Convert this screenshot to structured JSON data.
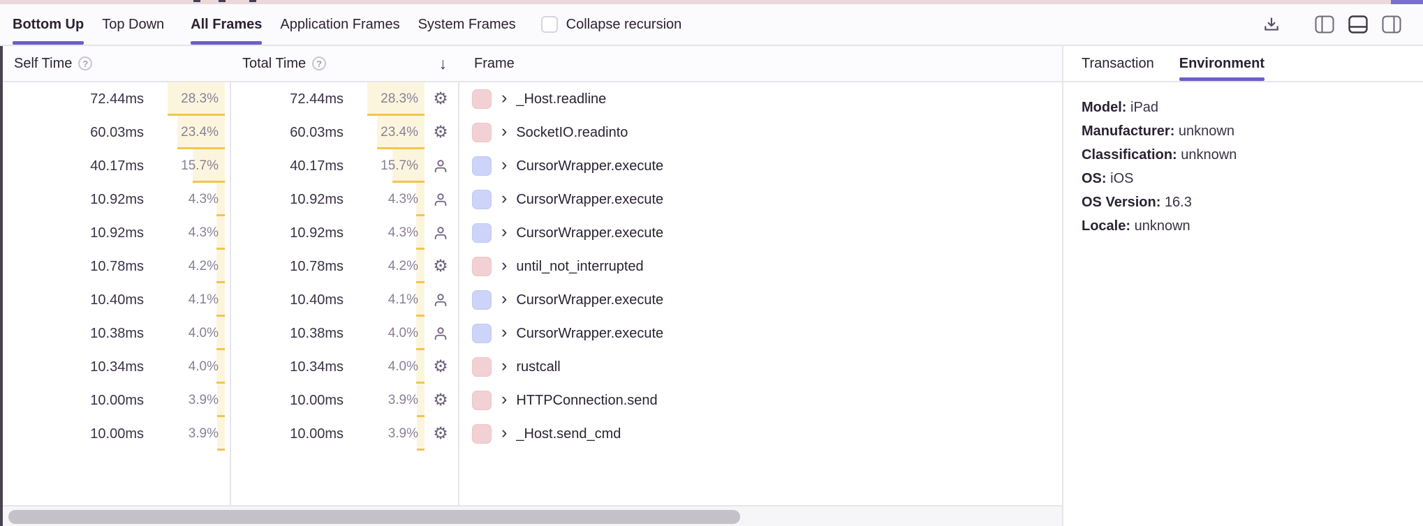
{
  "tabbar": {
    "view_tabs": [
      {
        "label": "Bottom Up",
        "active": true
      },
      {
        "label": "Top Down",
        "active": false
      }
    ],
    "frame_tabs": [
      {
        "label": "All Frames",
        "active": true
      },
      {
        "label": "Application Frames",
        "active": false
      },
      {
        "label": "System Frames",
        "active": false
      }
    ],
    "collapse_recursion_label": "Collapse recursion",
    "collapse_recursion_checked": false,
    "icons": [
      "download-icon",
      "layout-left-icon",
      "layout-bottom-icon",
      "layout-right-icon"
    ],
    "active_layout": "layout-bottom-icon"
  },
  "table": {
    "columns": {
      "self_time": "Self Time",
      "total_time": "Total Time",
      "frame": "Frame"
    },
    "sort_column": "Total Time",
    "sort_icon": "↓",
    "help_icon": "?",
    "chevron_icon": "›",
    "rows": [
      {
        "self_time": "72.44ms",
        "self_pct": "28.3%",
        "total_time": "72.44ms",
        "total_pct": "28.3%",
        "frame": "_Host.readline",
        "type": "system"
      },
      {
        "self_time": "60.03ms",
        "self_pct": "23.4%",
        "total_time": "60.03ms",
        "total_pct": "23.4%",
        "frame": "SocketIO.readinto",
        "type": "system"
      },
      {
        "self_time": "40.17ms",
        "self_pct": "15.7%",
        "total_time": "40.17ms",
        "total_pct": "15.7%",
        "frame": "CursorWrapper.execute",
        "type": "application"
      },
      {
        "self_time": "10.92ms",
        "self_pct": "4.3%",
        "total_time": "10.92ms",
        "total_pct": "4.3%",
        "frame": "CursorWrapper.execute",
        "type": "application"
      },
      {
        "self_time": "10.92ms",
        "self_pct": "4.3%",
        "total_time": "10.92ms",
        "total_pct": "4.3%",
        "frame": "CursorWrapper.execute",
        "type": "application"
      },
      {
        "self_time": "10.78ms",
        "self_pct": "4.2%",
        "total_time": "10.78ms",
        "total_pct": "4.2%",
        "frame": "until_not_interrupted",
        "type": "system"
      },
      {
        "self_time": "10.40ms",
        "self_pct": "4.1%",
        "total_time": "10.40ms",
        "total_pct": "4.1%",
        "frame": "CursorWrapper.execute",
        "type": "application"
      },
      {
        "self_time": "10.38ms",
        "self_pct": "4.0%",
        "total_time": "10.38ms",
        "total_pct": "4.0%",
        "frame": "CursorWrapper.execute",
        "type": "application"
      },
      {
        "self_time": "10.34ms",
        "self_pct": "4.0%",
        "total_time": "10.34ms",
        "total_pct": "4.0%",
        "frame": "rustcall",
        "type": "system"
      },
      {
        "self_time": "10.00ms",
        "self_pct": "3.9%",
        "total_time": "10.00ms",
        "total_pct": "3.9%",
        "frame": "HTTPConnection.send",
        "type": "system"
      },
      {
        "self_time": "10.00ms",
        "self_pct": "3.9%",
        "total_time": "10.00ms",
        "total_pct": "3.9%",
        "frame": "_Host.send_cmd",
        "type": "system"
      }
    ]
  },
  "side_panel": {
    "tabs": [
      {
        "label": "Transaction",
        "active": false
      },
      {
        "label": "Environment",
        "active": true
      }
    ],
    "environment": [
      {
        "label": "Model:",
        "value": "iPad"
      },
      {
        "label": "Manufacturer:",
        "value": "unknown"
      },
      {
        "label": "Classification:",
        "value": "unknown"
      },
      {
        "label": "OS:",
        "value": "iOS"
      },
      {
        "label": "OS Version:",
        "value": "16.3"
      },
      {
        "label": "Locale:",
        "value": "unknown"
      }
    ]
  },
  "colors": {
    "accent_purple": "#6c5fc7",
    "bar_fill": "#fcf5de",
    "bar_edge": "#f0c552",
    "system_frame_swatch": "#f2d1d4",
    "application_frame_swatch": "#cdd4f9",
    "strip_pink": "#ead8dc"
  }
}
